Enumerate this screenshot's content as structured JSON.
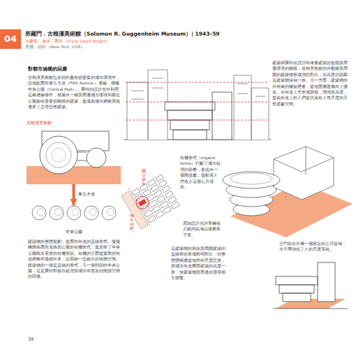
{
  "diagram": {
    "title": "所羅門．古根漢美術館（Solomon R. Guggenheim Museum）| 1943–59",
    "nodes": [
      {
        "text": [
          "04"
        ]
      },
      {
        "text": [
          "古根漢美術館"
        ]
      },
      {
        "text": [
          "中央公園"
        ]
      }
    ],
    "edges": [
      {
        "from": 1,
        "to": 2,
        "arrow": "to",
        "label": "第五大道"
      }
    ],
    "labels": [
      "法蘭克．洛伊．萊特（Frank Lloyd Wright）",
      "美國，紐約（New York, USA）",
      "對都市涵構的回應",
      "古根漢美術館位於紐約曼哈頓密集的城市環境中，該地點面向第五大道（Fifth Avenue）邊緣，俯瞰中央公園（Central Park）。萊特的設計充分利用這種邊緣條件，發展出一種與周遭城市環境和鄰近公園都有著密切關係的建築，並成為城市網格系統邊界上之理念性建築。",
      "建築物的整體規劃，從面向街道的直線形式，慢慢轉變為面向道路與公園的有機形式，並反映了中央公園樹木景致的有機形狀。有機的正面從實際的街道網格中退縮出來，以容納一些都市的休閒空間。建築物的一側是直線的形式，另一側則朝向中央公園，這是萊特對都市紋理與城市中豐富的開放空間的回應。",
      "有機形式（organic forms）打斷了城市紋理的節奏，創造出一個開放處，並歡迎人們進入這個公共場所。",
      "中央公園",
      "第五大道",
      "原始設計允許車輛進入館內區域以便乘客下車。",
      "這建築物的形狀與周圍建築的直線形狀形成鮮明對比，但整體體積遵從地勢的尺度設置，與城市街道兩旁建築的高度一致，使建築物與周邊的環境相互聯繫。",
      "建築師萊特在設計時考量建築的規模與周遭環境的關係，使得美術館的外觀雖與周圍的建築物形成強烈對比，但高度仍與鄰近建築物保持一致。另一方面，建築物向外伸展的螺旋體量，從地面層逐漸向上擴張，在街道上方形成懸挑，增強其高度，並為街道上的人們提供具有人性尺度的天然遮蔽空間。",
      "正門前在外層一個親近的公共區域，水平帶強化了人的尺度系統。",
      "38"
    ]
  }
}
